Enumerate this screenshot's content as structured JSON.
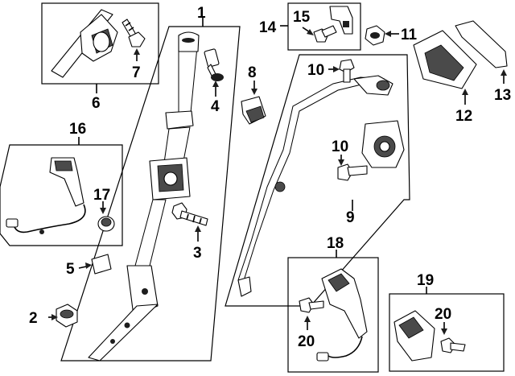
{
  "diagram": {
    "accent_color": "#000000",
    "callouts": [
      {
        "id": "c1",
        "text": "1"
      },
      {
        "id": "c2",
        "text": "2"
      },
      {
        "id": "c3",
        "text": "3"
      },
      {
        "id": "c4",
        "text": "4"
      },
      {
        "id": "c5",
        "text": "5"
      },
      {
        "id": "c6",
        "text": "6"
      },
      {
        "id": "c7",
        "text": "7"
      },
      {
        "id": "c8",
        "text": "8"
      },
      {
        "id": "c9",
        "text": "9"
      },
      {
        "id": "c10a",
        "text": "10"
      },
      {
        "id": "c10b",
        "text": "10"
      },
      {
        "id": "c11",
        "text": "11"
      },
      {
        "id": "c12",
        "text": "12"
      },
      {
        "id": "c13",
        "text": "13"
      },
      {
        "id": "c14",
        "text": "14"
      },
      {
        "id": "c15",
        "text": "15"
      },
      {
        "id": "c16",
        "text": "16"
      },
      {
        "id": "c17",
        "text": "17"
      },
      {
        "id": "c18",
        "text": "18"
      },
      {
        "id": "c19",
        "text": "19"
      },
      {
        "id": "c20a",
        "text": "20"
      },
      {
        "id": "c20b",
        "text": "20"
      }
    ]
  }
}
